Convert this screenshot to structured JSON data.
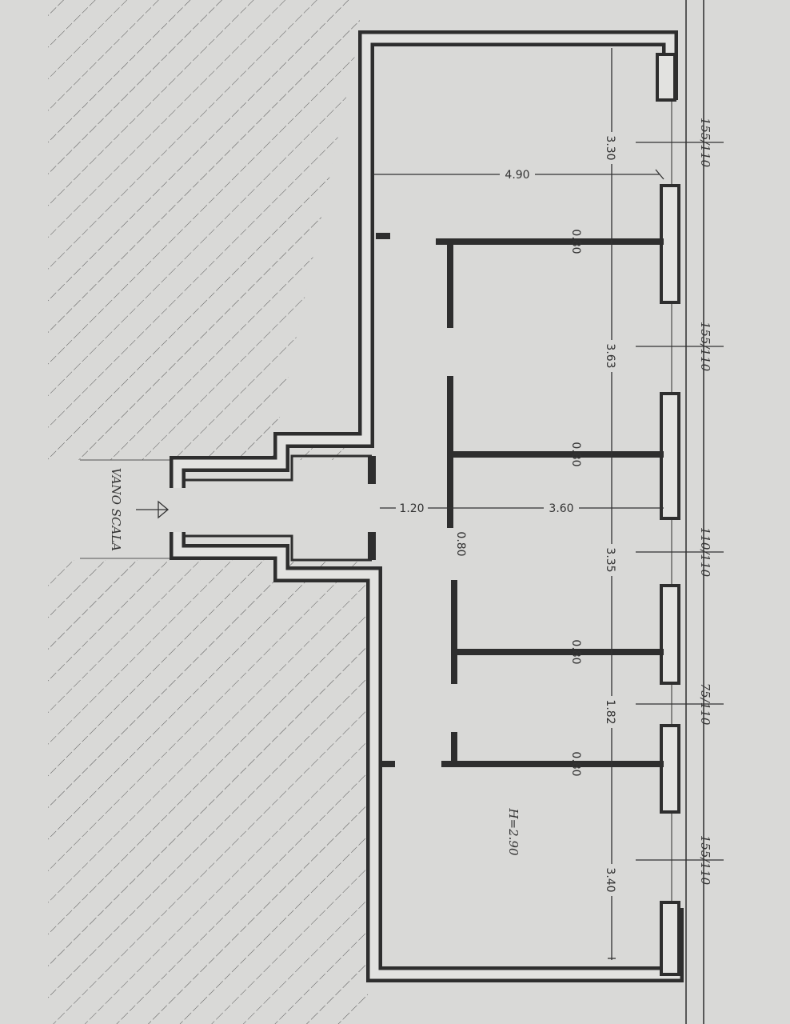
{
  "stair_label": "VANO SCALA",
  "height_label": "H=2.90",
  "dimensions": {
    "vertical": [
      "3.30",
      "3.63",
      "3.35",
      "1.82",
      "3.40"
    ],
    "depth_main": "4.90",
    "corridor_width": "1.20",
    "room_depth": "3.60"
  },
  "door_label": "0.80",
  "windows": [
    "155/110",
    "155/110",
    "110/110",
    "75/110",
    "155/110"
  ],
  "colors": {
    "paper": "#d9d9d7",
    "ink": "#2e2e2e"
  }
}
